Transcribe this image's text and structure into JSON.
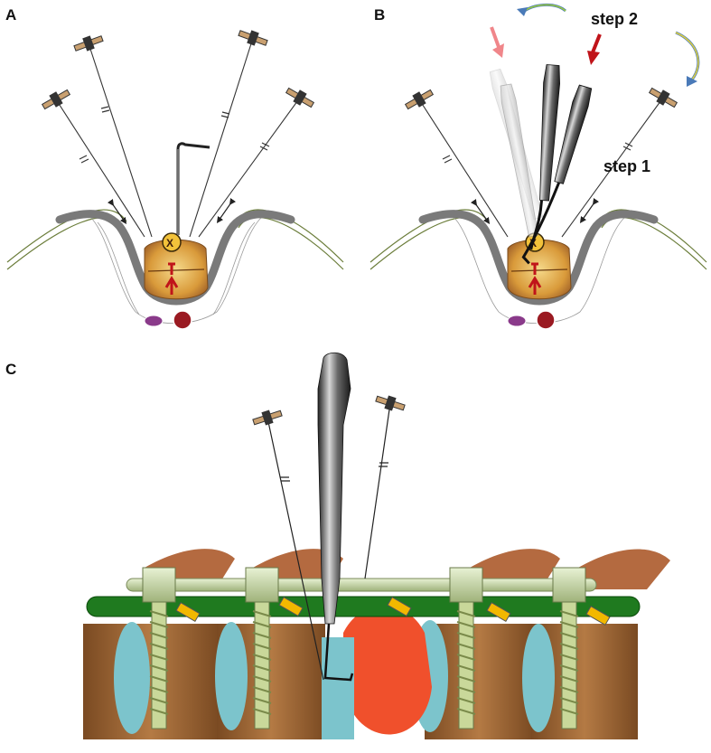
{
  "panels": {
    "a": {
      "label": "A"
    },
    "b": {
      "label": "B",
      "step1": "step 1",
      "step2": "step 2"
    },
    "c": {
      "label": "C"
    }
  },
  "colors": {
    "bone": "#8a5a2e",
    "disc": "#7cc4cc",
    "lesion": "#f0502c",
    "rod": "#1f7a1f",
    "screw": "#c9d89a",
    "cap": "#e6b000",
    "retractor": "#7a7a7a",
    "arrow_red": "#c0141a",
    "arrow_pink": "#f0868a",
    "arrow_green": "#9ccc3c",
    "arrow_blue": "#4a7ab8"
  },
  "icons": [
    "k-wire-handle-icon",
    "arrow-icon",
    "curved-arrow-icon",
    "surgical-instrument-icon",
    "pedicle-screw-icon"
  ]
}
